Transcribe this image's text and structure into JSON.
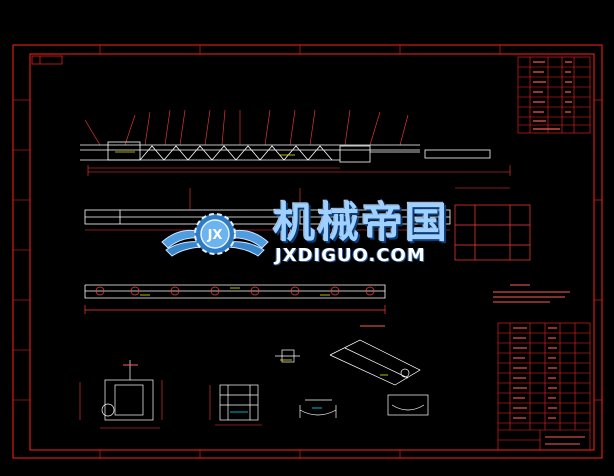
{
  "watermark": {
    "chinese_text": "机械帝国",
    "english_text": "JXDIGUO.COM",
    "logo_letters": "JX"
  },
  "colors": {
    "background": "#000000",
    "frame": "#ff2020",
    "drawing_line": "#ffffff",
    "dimension_line": "#ff3b3b",
    "accent_yellow": "#e6e600",
    "accent_cyan": "#00e5ff",
    "watermark_blue": "#9fd0ff"
  }
}
